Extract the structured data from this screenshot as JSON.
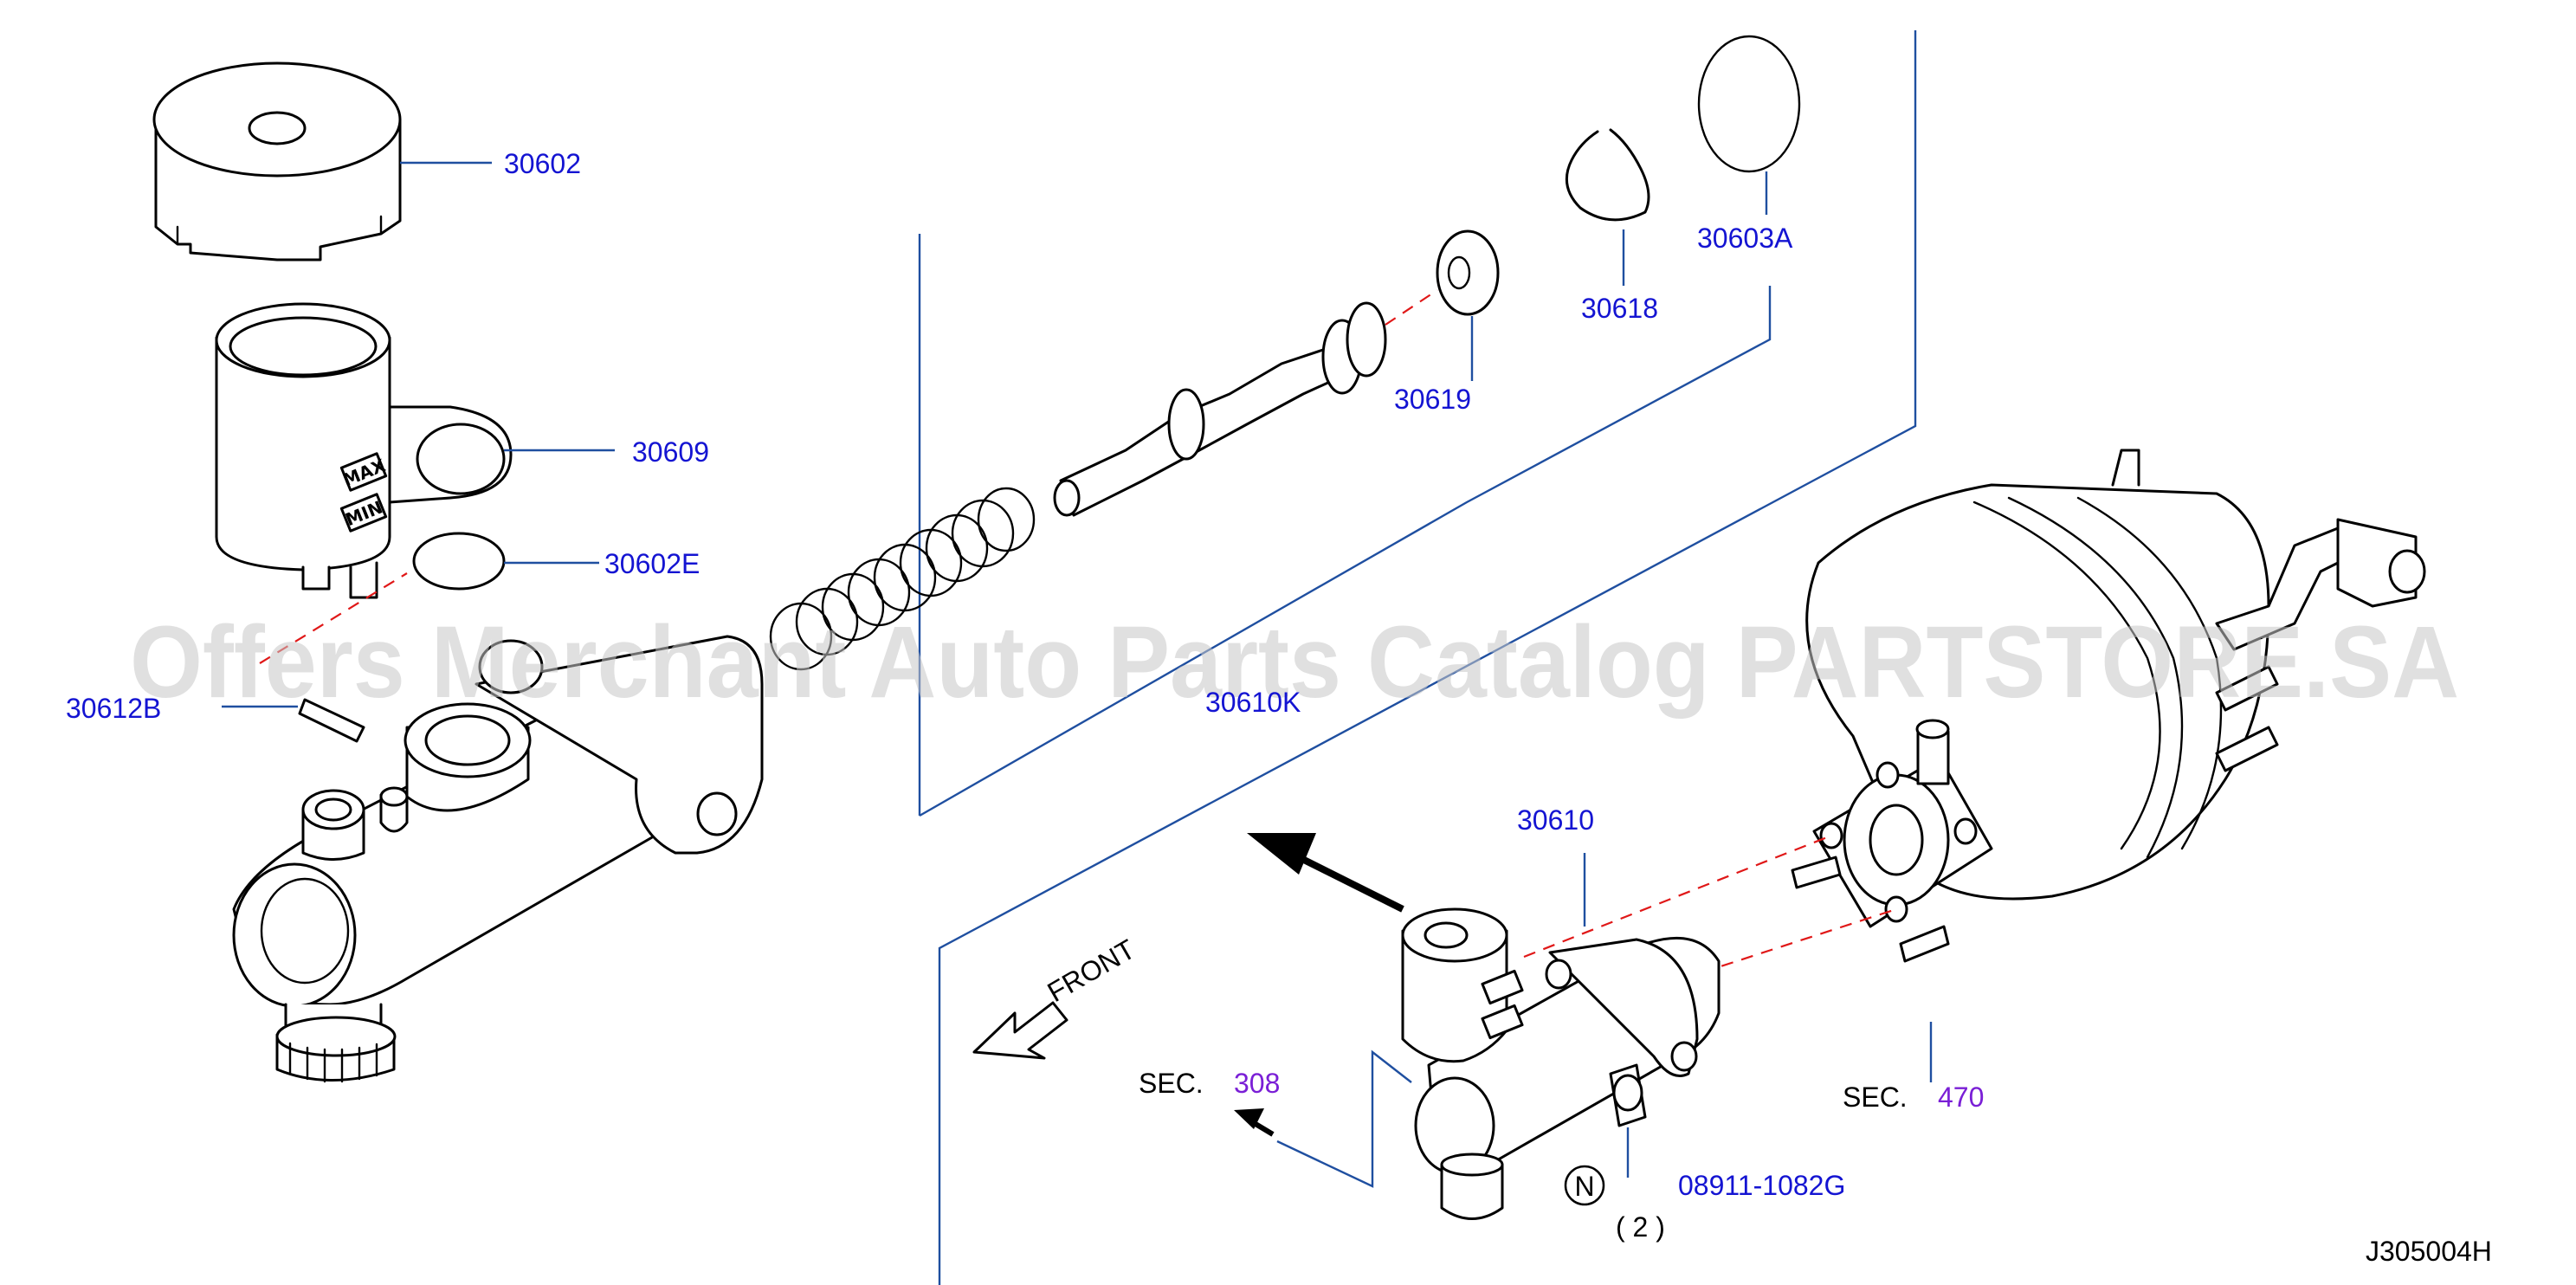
{
  "colors": {
    "part_number": "#1414d2",
    "section_ref": "#7a1fd6",
    "leader_line": "#1f4fa0",
    "hidden_line": "#e01818",
    "outline": "#000000",
    "watermark": "#c8c8c8"
  },
  "watermark": "Offers Merchant Auto Parts Catalog PARTSTORE.SA",
  "diagram_code": "J305004H",
  "front_label": "FRONT",
  "parts": [
    {
      "id": "p30602",
      "text": "30602"
    },
    {
      "id": "p30609",
      "text": "30609"
    },
    {
      "id": "p30602E",
      "text": "30602E"
    },
    {
      "id": "p30612B",
      "text": "30612B"
    },
    {
      "id": "p30610K",
      "text": "30610K"
    },
    {
      "id": "p30619",
      "text": "30619"
    },
    {
      "id": "p30618",
      "text": "30618"
    },
    {
      "id": "p30603A",
      "text": "30603A"
    },
    {
      "id": "p30610",
      "text": "30610"
    },
    {
      "id": "p08911",
      "text": "08911-1082G"
    }
  ],
  "bolt_marker": "N",
  "bolt_qty": "( 2 )",
  "sections": [
    {
      "prefix": "SEC.",
      "number": "308"
    },
    {
      "prefix": "SEC.",
      "number": "470"
    }
  ],
  "reservoir_marks": [
    "MAX",
    "MIN"
  ]
}
